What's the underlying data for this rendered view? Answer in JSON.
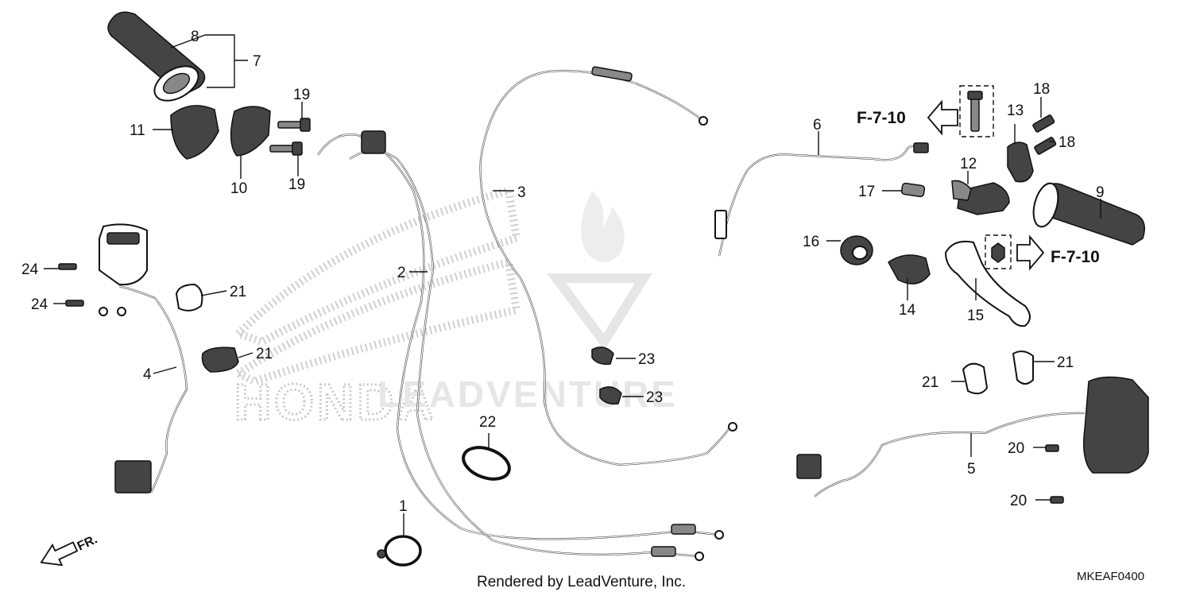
{
  "diagram": {
    "part_labels": {
      "p1": "1",
      "p2": "2",
      "p3": "3",
      "p4": "4",
      "p5": "5",
      "p6": "6",
      "p7": "7",
      "p8": "8",
      "p9": "9",
      "p10": "10",
      "p11": "11",
      "p12": "12",
      "p13": "13",
      "p14": "14",
      "p15": "15",
      "p16": "16",
      "p17": "17",
      "p18a": "18",
      "p18b": "18",
      "p19a": "19",
      "p19b": "19",
      "p20a": "20",
      "p20b": "20",
      "p21a": "21",
      "p21b": "21",
      "p21c": "21",
      "p21d": "21",
      "p22": "22",
      "p23a": "23",
      "p23b": "23",
      "p24a": "24",
      "p24b": "24"
    },
    "refs": {
      "left": "F-7-10",
      "right": "F-7-10"
    },
    "front_marker": "FR.",
    "credit": "Rendered by LeadVenture, Inc.",
    "diagram_code": "MKEAF0400",
    "watermark": {
      "brand_text": "LEADVENTURE",
      "honda_text": "HONDA"
    }
  }
}
